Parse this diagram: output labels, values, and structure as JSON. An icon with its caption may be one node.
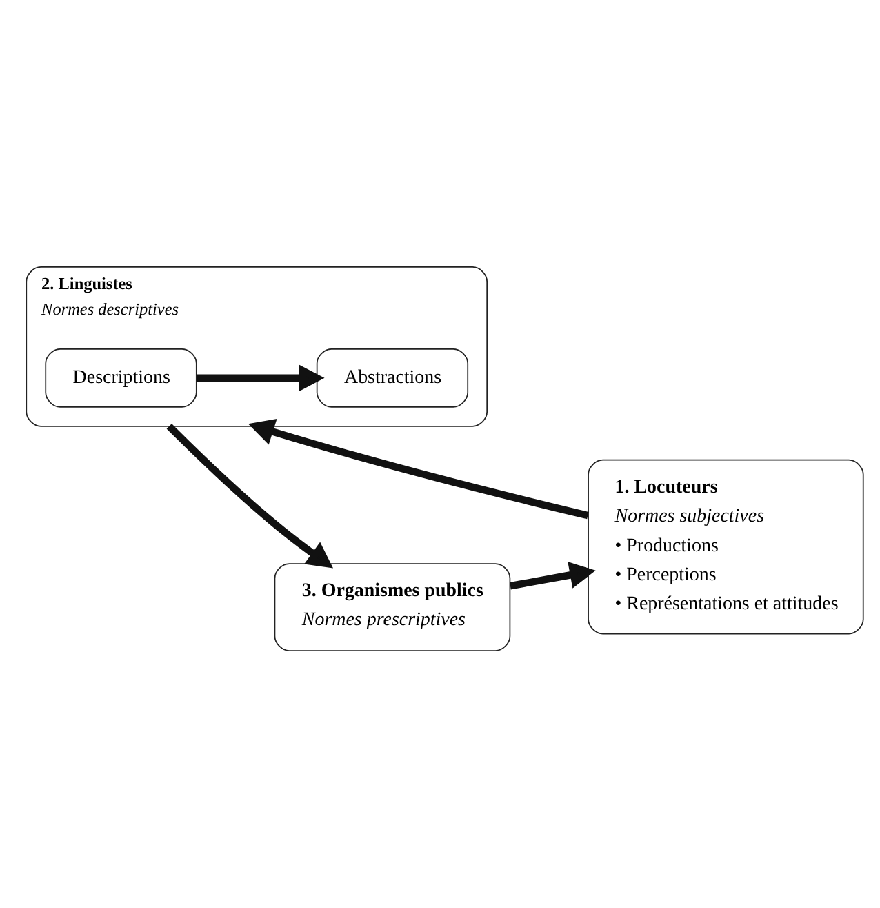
{
  "diagram": {
    "nodes": [
      {
        "text": [
          "1. Locuteurs",
          "Normes subjectives",
          "• Productions",
          "• Perceptions",
          "• Représentations et attitudes"
        ]
      },
      {
        "text": [
          "2. Linguistes",
          "Normes descriptives"
        ]
      },
      {
        "text": [
          "Descriptions"
        ],
        "in": 1
      },
      {
        "text": [
          "Abstractions"
        ],
        "in": 1
      },
      {
        "text": [
          "3. Organismes publics",
          "Normes prescriptives"
        ]
      }
    ],
    "edges": [
      {
        "from": 0,
        "to": 1,
        "arrow": "to"
      },
      {
        "from": 1,
        "to": 4,
        "arrow": "to"
      },
      {
        "from": 4,
        "to": 0,
        "arrow": "to"
      },
      {
        "from": 2,
        "to": 3,
        "arrow": "to"
      }
    ]
  }
}
